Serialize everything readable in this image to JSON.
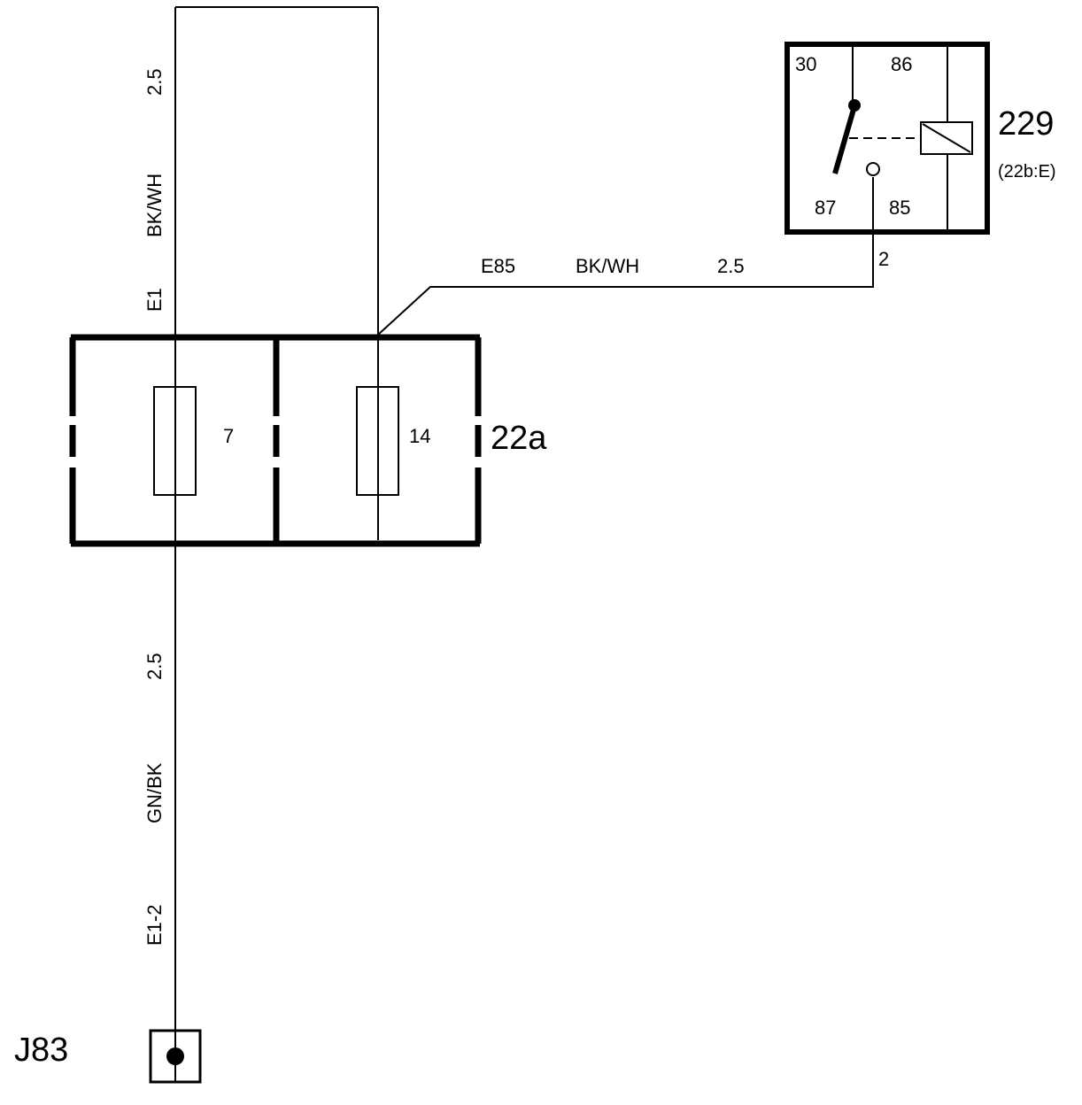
{
  "wires": {
    "top_left_size": "2.5",
    "top_left_color": "BK/WH",
    "top_left_id": "E1",
    "horizontal_id": "E85",
    "horizontal_color": "BK/WH",
    "horizontal_size": "2.5",
    "relay_pin_number": "2",
    "bottom_size": "2.5",
    "bottom_color": "GN/BK",
    "bottom_id": "E1-2"
  },
  "fuse_box": {
    "label": "22a",
    "fuse_left": "7",
    "fuse_right": "14"
  },
  "relay": {
    "label": "229",
    "ref": "(22b:E)",
    "pin_30": "30",
    "pin_86": "86",
    "pin_87": "87",
    "pin_85": "85"
  },
  "connector": {
    "label": "J83"
  }
}
